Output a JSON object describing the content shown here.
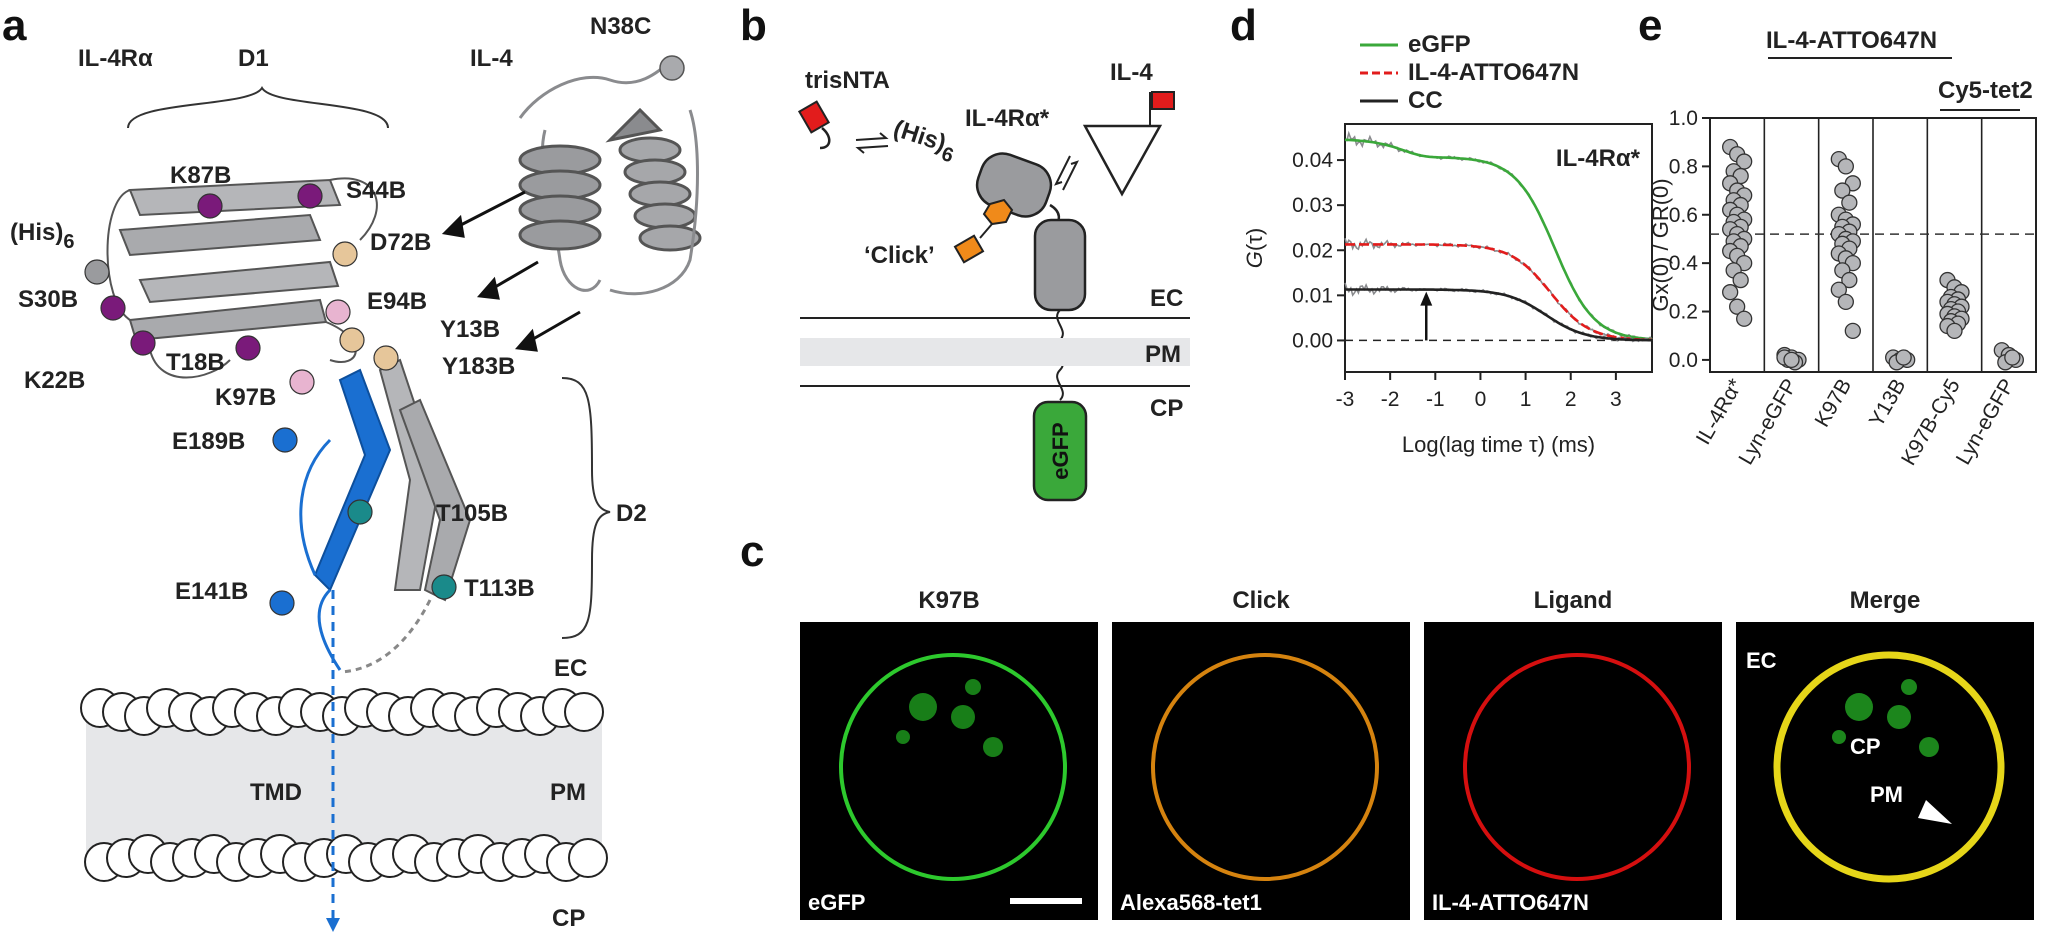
{
  "panel_a": {
    "letter": "a",
    "receptor_label": "IL-4Rα",
    "domain_d1": "D1",
    "ligand_label": "IL-4",
    "ligand_site": "N38C",
    "his_tag": "(His)",
    "his_sub": "6",
    "residues": [
      "K87B",
      "S44B",
      "D72B",
      "S30B",
      "E94B",
      "Y13B",
      "K22B",
      "T18B",
      "Y183B",
      "K97B",
      "E189B",
      "T105B",
      "E141B",
      "T113B"
    ],
    "domain_d2": "D2",
    "ec": "EC",
    "tmd": "TMD",
    "pm": "PM",
    "cp": "CP",
    "colors": {
      "magenta": "#7a1a7a",
      "tan": "#e6c69a",
      "pink": "#e8b4d0",
      "blue": "#1a6fd1",
      "teal": "#1a8a8a",
      "membrane": "#e6e7e9"
    }
  },
  "panel_b": {
    "letter": "b",
    "trisnta": "trisNTA",
    "his_tag": "(His)",
    "his_sub": "6",
    "receptor": "IL-4Rα*",
    "ligand": "IL-4",
    "click": "‘Click’",
    "ec": "EC",
    "pm": "PM",
    "cp": "CP",
    "egfp": "eGFP",
    "colors": {
      "red": "#e21c1c",
      "orange": "#f08a1a",
      "grey": "#9a9b9e",
      "green": "#3aa83a"
    }
  },
  "panel_c": {
    "letter": "c",
    "titles": [
      "K97B",
      "Click",
      "Ligand",
      "Merge"
    ],
    "labels": [
      "eGFP",
      "Alexa568-tet1",
      "IL-4-ATTO647N",
      ""
    ],
    "merge_labels": {
      "ec": "EC",
      "cp": "CP",
      "pm": "PM"
    },
    "ring_colors": [
      "#2fd42f",
      "#e08a10",
      "#e01010",
      "#f2e21a"
    ]
  },
  "panel_d": {
    "letter": "d",
    "chart_data": {
      "type": "line",
      "annotation": "IL-4Rα*",
      "xlabel": "Log(lag time τ) (ms)",
      "ylabel_main": "G",
      "ylabel_arg": "(τ)",
      "xlim": [
        -3,
        3.8
      ],
      "ylim": [
        -0.007,
        0.048
      ],
      "xticks": [
        -3,
        -2,
        -1,
        0,
        1,
        2,
        3
      ],
      "yticks": [
        0.0,
        0.01,
        0.02,
        0.03,
        0.04
      ],
      "ytick_labels": [
        "0.00",
        "0.01",
        "0.02",
        "0.03",
        "0.04"
      ],
      "series": [
        {
          "name": "eGFP",
          "color": "#3aa83a",
          "dash": false,
          "amplitude": 0.0407,
          "decay_log": 1.65,
          "triplet": 0.004
        },
        {
          "name": "IL-4-ATTO647N",
          "color": "#e21c1c",
          "dash": true,
          "amplitude": 0.0213,
          "decay_log": 1.55,
          "triplet": 0.0
        },
        {
          "name": "CC",
          "color": "#222222",
          "dash": false,
          "amplitude": 0.0113,
          "decay_log": 1.45,
          "triplet": 0.0
        }
      ],
      "arrow_x": -1.2
    }
  },
  "panel_e": {
    "letter": "e",
    "top_label": "IL-4-ATTO647N",
    "sub_label": "Cy5-tet2",
    "chart_data": {
      "type": "scatter",
      "ylabel": "Gx(0) / GR(0)",
      "ylim": [
        -0.05,
        1.0
      ],
      "yticks": [
        0.0,
        0.2,
        0.4,
        0.6,
        0.8,
        1.0
      ],
      "ytick_labels": [
        "0.0",
        "0.2",
        "0.4",
        "0.6",
        "0.8",
        "1.0"
      ],
      "dashed_line": 0.52,
      "categories": [
        "IL-4Rα*",
        "Lyn-eGFP",
        "K97B",
        "Y13B",
        "K97B-Cy5",
        "Lyn-eGFP"
      ],
      "values": [
        [
          0.88,
          0.85,
          0.82,
          0.78,
          0.76,
          0.73,
          0.7,
          0.68,
          0.66,
          0.64,
          0.62,
          0.6,
          0.58,
          0.57,
          0.55,
          0.54,
          0.52,
          0.5,
          0.49,
          0.47,
          0.45,
          0.43,
          0.4,
          0.37,
          0.33,
          0.28,
          0.22,
          0.17
        ],
        [
          0.02,
          0.01,
          0.0,
          0.0,
          -0.01,
          0.01,
          0.0
        ],
        [
          0.83,
          0.8,
          0.73,
          0.7,
          0.65,
          0.6,
          0.58,
          0.56,
          0.55,
          0.53,
          0.52,
          0.5,
          0.49,
          0.48,
          0.46,
          0.44,
          0.42,
          0.4,
          0.37,
          0.33,
          0.29,
          0.24,
          0.12
        ],
        [
          0.01,
          0.0,
          0.0,
          -0.01,
          0.01
        ],
        [
          0.33,
          0.3,
          0.28,
          0.26,
          0.25,
          0.24,
          0.23,
          0.22,
          0.21,
          0.2,
          0.19,
          0.18,
          0.17,
          0.16,
          0.15,
          0.14,
          0.12
        ],
        [
          0.04,
          0.02,
          0.0,
          -0.01,
          0.01
        ]
      ]
    }
  }
}
